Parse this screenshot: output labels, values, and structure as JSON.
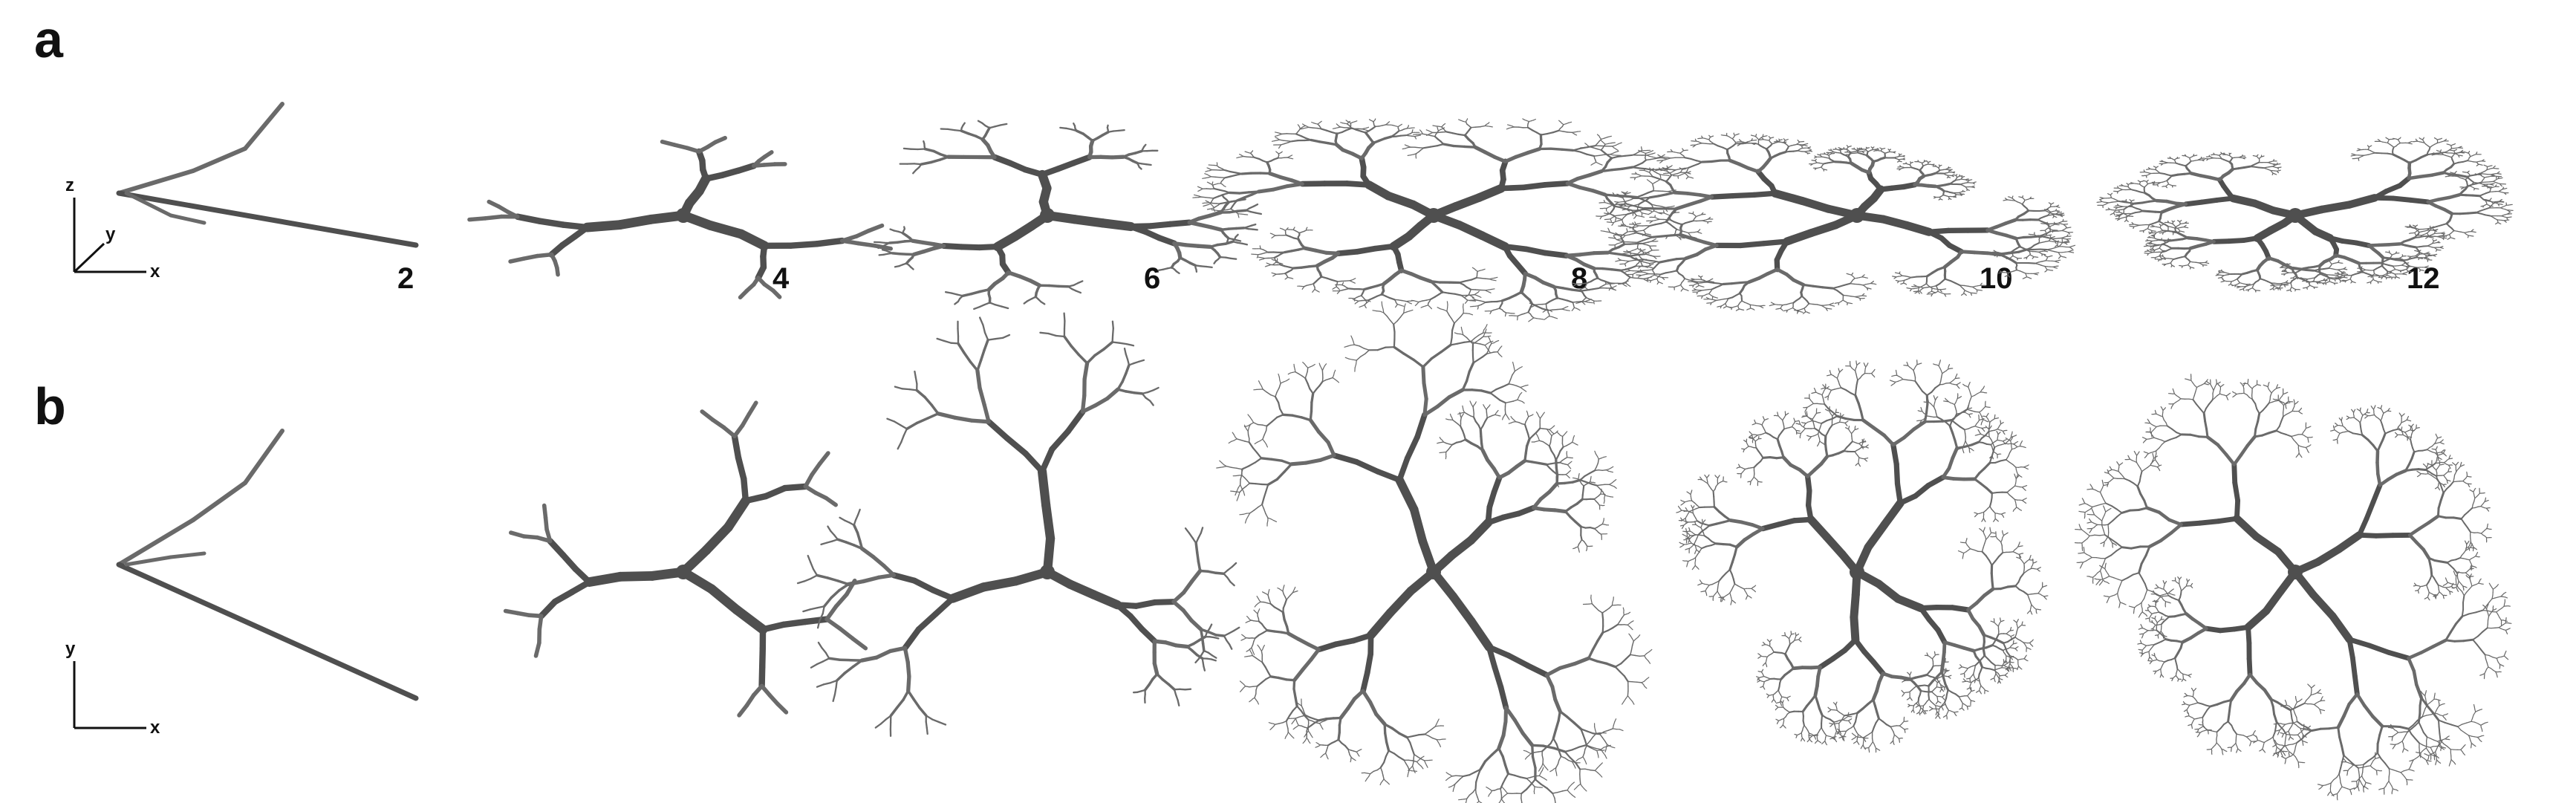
{
  "panels": [
    {
      "letter": "a",
      "view": "side",
      "axes": [
        "z",
        "y",
        "x"
      ]
    },
    {
      "letter": "b",
      "view": "top",
      "axes": [
        "y",
        "x"
      ]
    }
  ],
  "generation_labels": [
    "2",
    "4",
    "6",
    "8",
    "10",
    "12"
  ],
  "colors": {
    "tree": "#6a6a6a",
    "tree_dark": "#4f4f4f",
    "text": "#111111"
  }
}
